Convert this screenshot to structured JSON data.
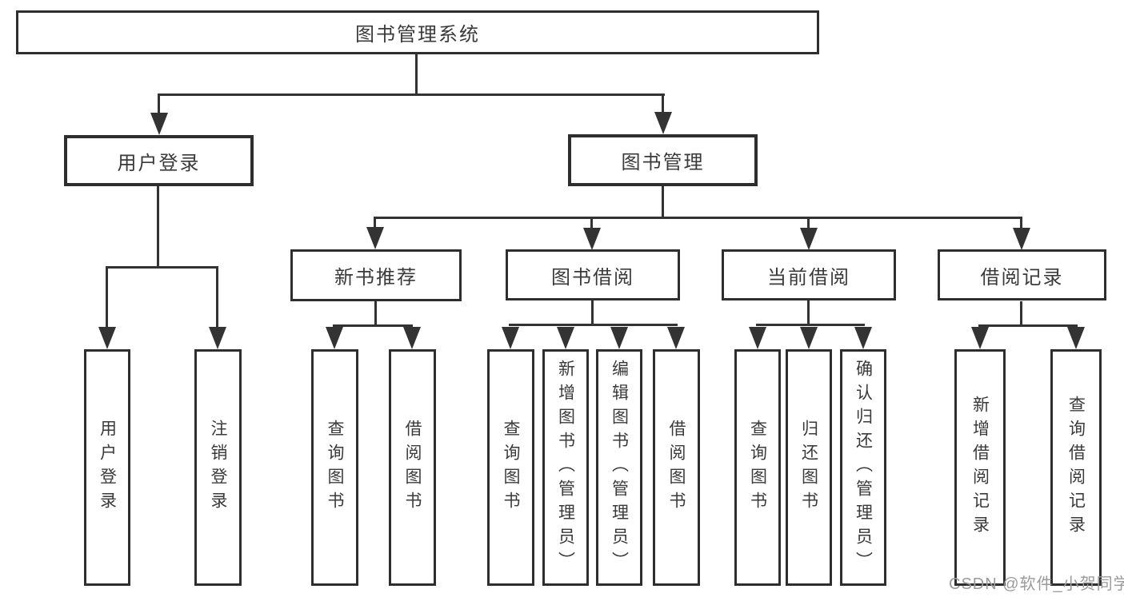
{
  "root": {
    "label": "图书管理系统"
  },
  "branches": {
    "user_login": {
      "label": "用户登录"
    },
    "book_mgmt": {
      "label": "图书管理"
    },
    "new_book_rec": {
      "label": "新书推荐"
    },
    "book_borrow": {
      "label": "图书借阅"
    },
    "current_borrow": {
      "label": "当前借阅"
    },
    "borrow_records": {
      "label": "借阅记录"
    }
  },
  "leaves": {
    "user_login_1": {
      "label": "用户登录"
    },
    "user_login_2": {
      "label": "注销登录"
    },
    "new_book_1": {
      "label": "查询图书"
    },
    "new_book_2": {
      "label": "借阅图书"
    },
    "book_borrow_1": {
      "label": "查询图书"
    },
    "book_borrow_2": {
      "label": "新增图书（管理员）"
    },
    "book_borrow_3": {
      "label": "编辑图书（管理员）"
    },
    "book_borrow_4": {
      "label": "借阅图书"
    },
    "current_1": {
      "label": "查询图书"
    },
    "current_2": {
      "label": "归还图书"
    },
    "current_3": {
      "label": "确认归还（管理员）"
    },
    "records_1": {
      "label": "新增借阅记录"
    },
    "records_2": {
      "label": "查询借阅记录"
    }
  },
  "watermark": {
    "text": "CSDN @软件_小贺同学"
  },
  "colors": {
    "line": "#333333",
    "box_border": "#2e2e2e",
    "text": "#3a3a3a",
    "watermark_text": "#9b9b9b",
    "background": "#ffffff"
  }
}
